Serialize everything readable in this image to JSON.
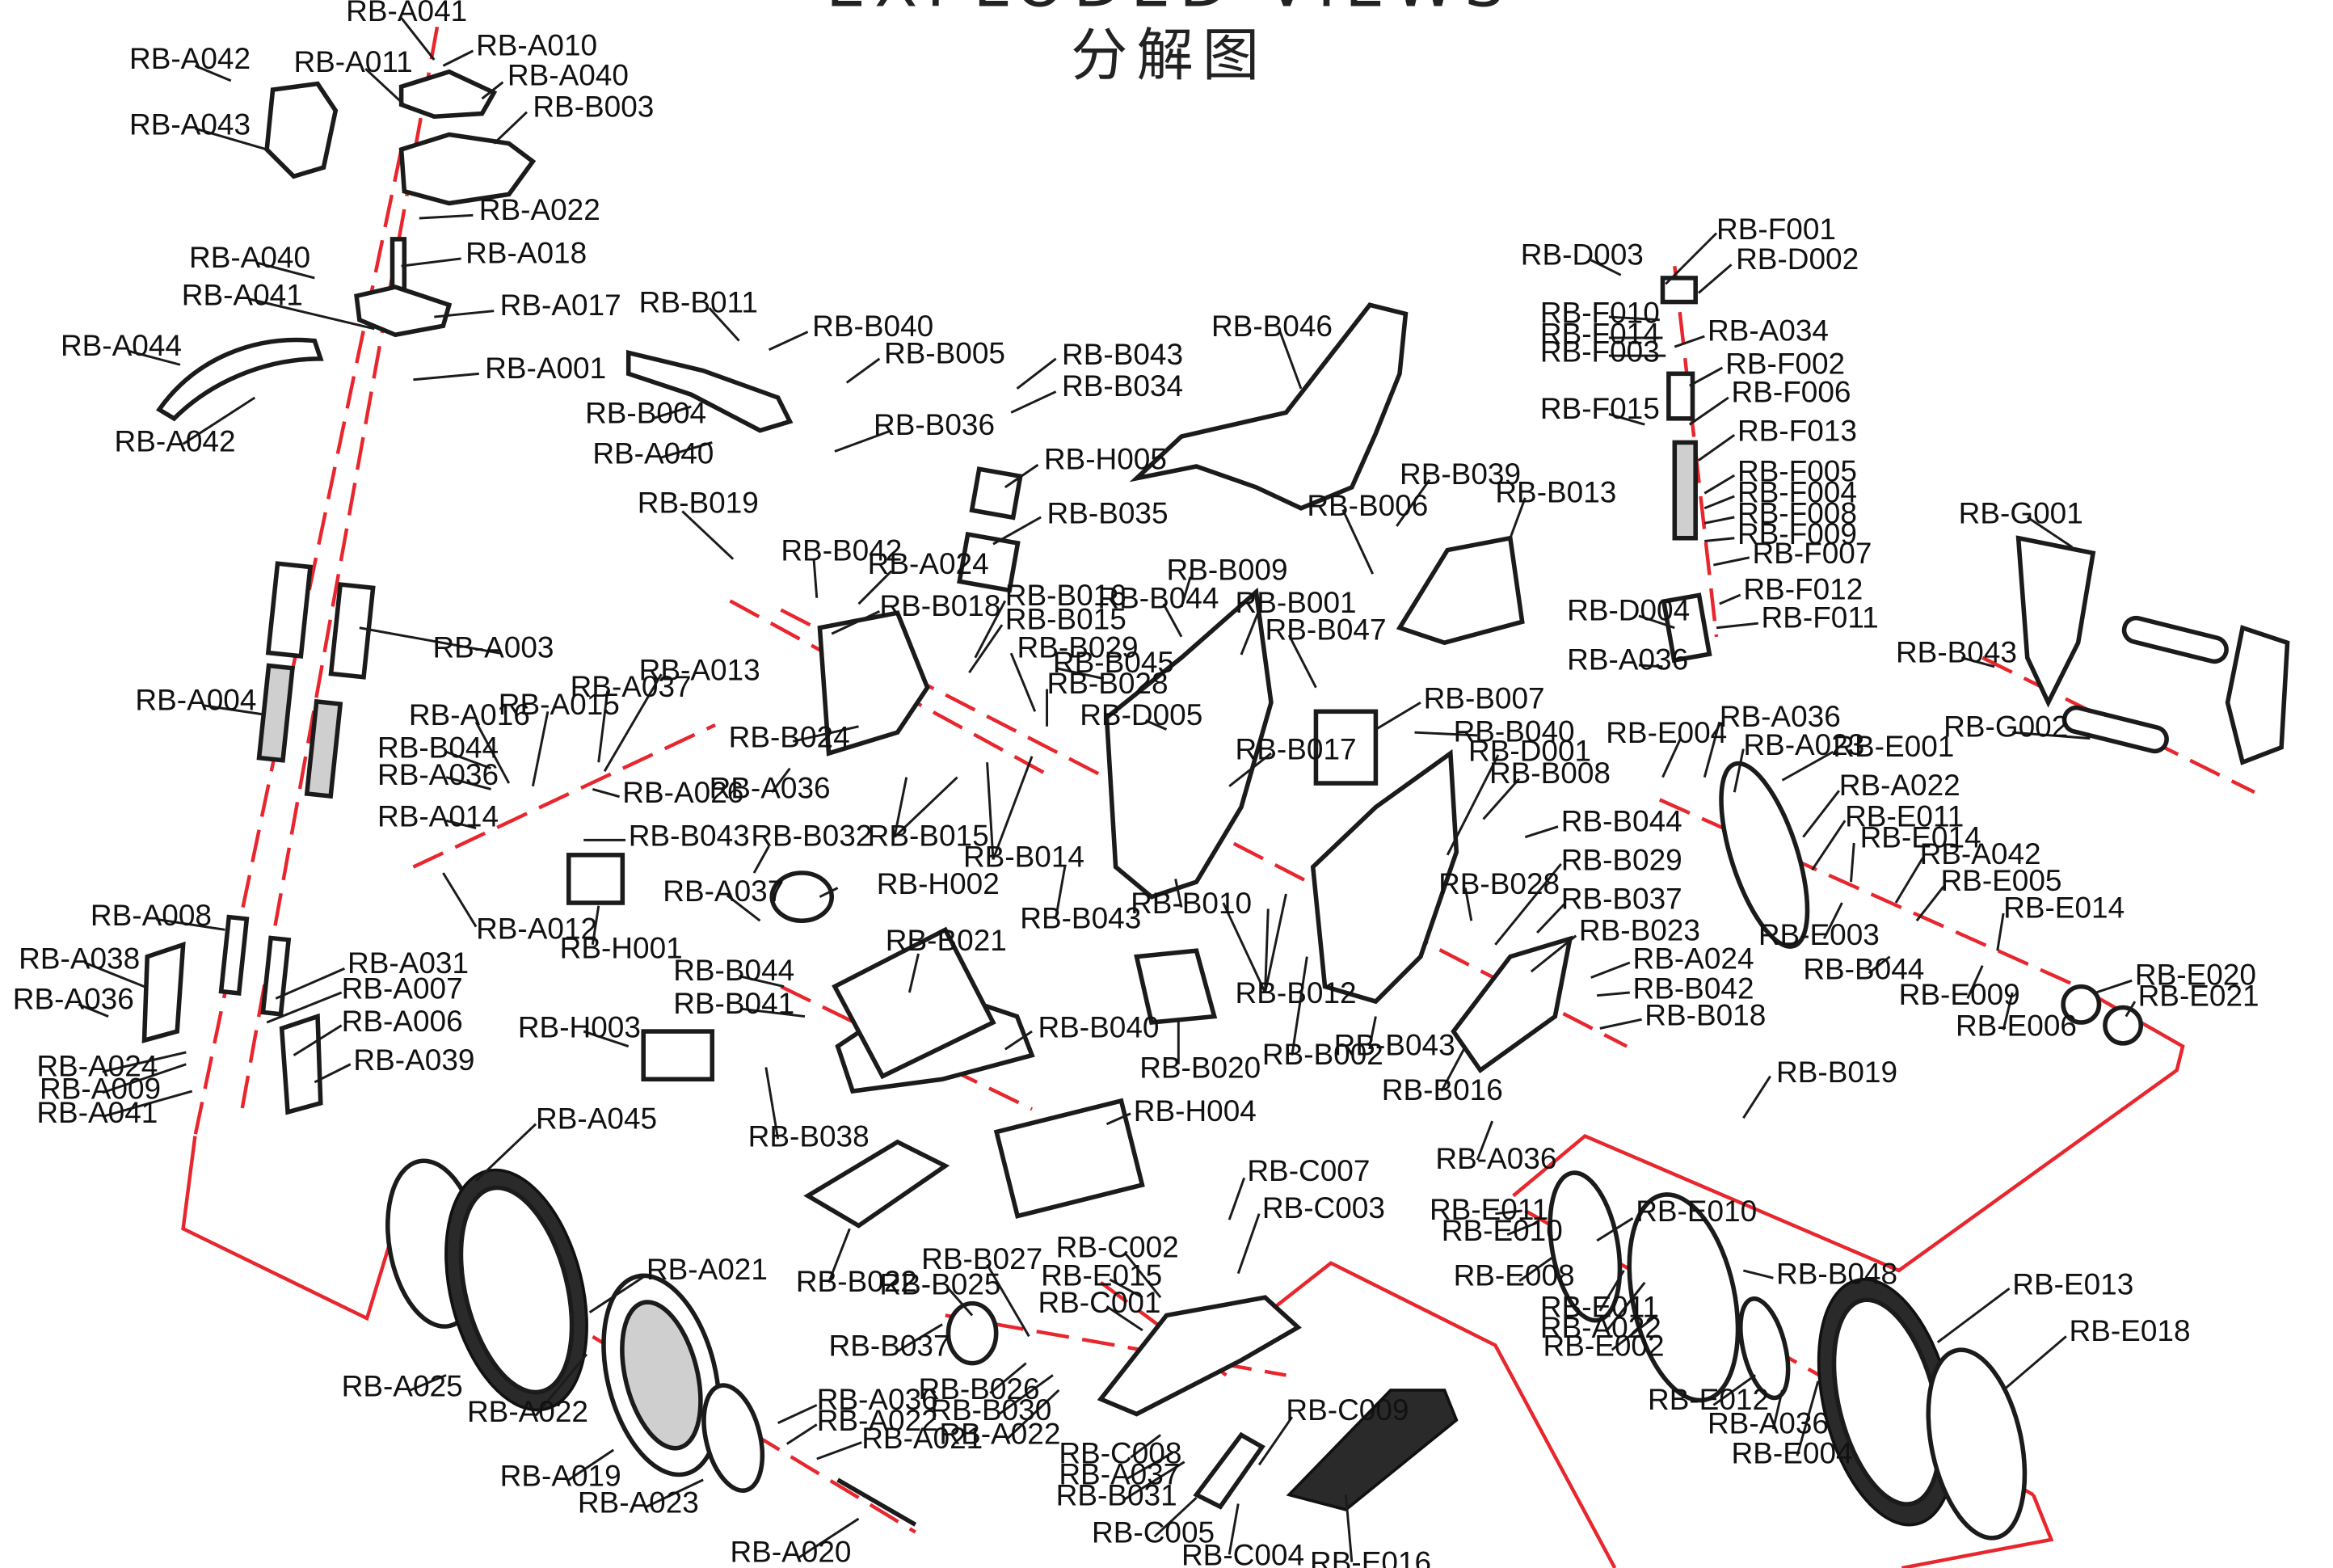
{
  "title_en": "EXPLODED VIEWS",
  "title_cn": "分解图",
  "labels": [
    "RB-A041",
    "RB-A010",
    "RB-A040",
    "RB-A042",
    "RB-A011",
    "RB-B003",
    "RB-A043",
    "RB-A022",
    "RB-A018",
    "RB-A040",
    "RB-A041",
    "RB-A017",
    "RB-A044",
    "RB-A001",
    "RB-A042",
    "RB-B011",
    "RB-B040",
    "RB-B005",
    "RB-B004",
    "RB-A040",
    "RB-B036",
    "RB-B043",
    "RB-B034",
    "RB-H005",
    "RB-B035",
    "RB-B046",
    "RB-D003",
    "RB-F001",
    "RB-D002",
    "RB-F010",
    "RB-F014",
    "RB-A034",
    "RB-F003",
    "RB-F002",
    "RB-F006",
    "RB-F015",
    "RB-F013",
    "RB-F005",
    "RB-F004",
    "RB-F008",
    "RB-F009",
    "RB-F007",
    "RB-F012",
    "RB-F011",
    "RB-D004",
    "RB-A036",
    "RB-B019",
    "RB-A003",
    "RB-A004",
    "RB-B042",
    "RB-A024",
    "RB-B018",
    "RB-B016",
    "RB-B015",
    "RB-B029",
    "RB-B045",
    "RB-B028",
    "RB-B044",
    "RB-B009",
    "RB-B001",
    "RB-B047",
    "RB-D005",
    "RB-B006",
    "RB-B039",
    "RB-B013",
    "RB-B007",
    "RB-B040",
    "RB-D001",
    "RB-B008",
    "RB-B017",
    "RB-B044",
    "RB-B029",
    "RB-B028",
    "RB-B037",
    "RB-B023",
    "RB-A024",
    "RB-B042",
    "RB-B018",
    "RB-B010",
    "RB-B012",
    "RB-B002",
    "RB-B043",
    "RB-B016",
    "RB-A036",
    "RB-B019",
    "RB-A013",
    "RB-A037",
    "RB-A016",
    "RB-A015",
    "RB-B044",
    "RB-A036",
    "RB-A026",
    "RB-A014",
    "RB-B043",
    "RB-A012",
    "RB-H001",
    "RB-B024",
    "RB-A036",
    "RB-B015",
    "RB-B014",
    "RB-B043",
    "RB-B032",
    "RB-A037",
    "RB-H002",
    "RB-B021",
    "RB-B044",
    "RB-B041",
    "RB-B040",
    "RB-H003",
    "RB-B038",
    "RB-H004",
    "RB-B020",
    "RB-A008",
    "RB-A038",
    "RB-A036",
    "RB-A031",
    "RB-A007",
    "RB-A006",
    "RB-A039",
    "RB-A024",
    "RB-A009",
    "RB-A041",
    "RB-A045",
    "RB-A021",
    "RB-A025",
    "RB-A022",
    "RB-A019",
    "RB-A036",
    "RB-A022",
    "RB-A021",
    "RB-A023",
    "RB-A020",
    "RB-B022",
    "RB-B027",
    "RB-B025",
    "RB-B037",
    "RB-B026",
    "RB-B030",
    "RB-A022",
    "RB-C002",
    "RB-E015",
    "RB-C001",
    "RB-C007",
    "RB-C003",
    "RB-C008",
    "RB-A037",
    "RB-B031",
    "RB-C009",
    "RB-C005",
    "RB-C004",
    "RB-E016",
    "RB-E011",
    "RB-E010",
    "RB-E010",
    "RB-E008",
    "RB-E011",
    "RB-A022",
    "RB-E002",
    "RB-B048",
    "RB-E012",
    "RB-A036",
    "RB-E004",
    "RB-E013",
    "RB-E018",
    "RB-E004",
    "RB-A036",
    "RB-A023",
    "RB-E001",
    "RB-A022",
    "RB-E011",
    "RB-E014",
    "RB-A042",
    "RB-E005",
    "RB-E014",
    "RB-E003",
    "RB-B044",
    "RB-E009",
    "RB-E006",
    "RB-E020",
    "RB-E021",
    "RB-G001",
    "RB-B043",
    "RB-G002"
  ]
}
